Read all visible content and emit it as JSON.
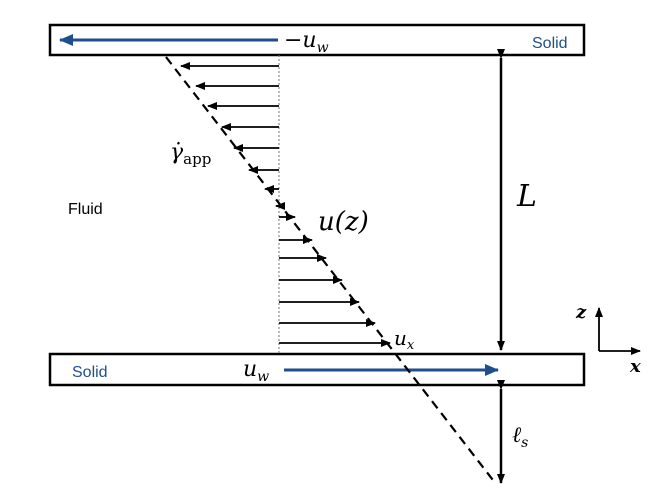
{
  "labels": {
    "top_wall": "Solid",
    "bottom_wall": "Solid",
    "fluid": "Fluid",
    "neg_uw": "−u",
    "neg_uw_sub": "w",
    "uw": "u",
    "uw_sub": "w",
    "shear_symbol": "γ̇",
    "shear_sub": "app",
    "profile": "u(z)",
    "gap": "L",
    "ux": "u",
    "ux_sub": "x",
    "slip": "ℓ",
    "slip_sub": "s",
    "axis_z": "z",
    "axis_x": "x"
  },
  "colors": {
    "wall_arrow": "#1f4e8c",
    "wall_text": "#1f4e8c",
    "ink": "#000000"
  },
  "velocity_profile": {
    "direction_top": "negative",
    "direction_bottom": "positive",
    "arrow_count_top": 8,
    "arrow_count_bottom": 7
  }
}
